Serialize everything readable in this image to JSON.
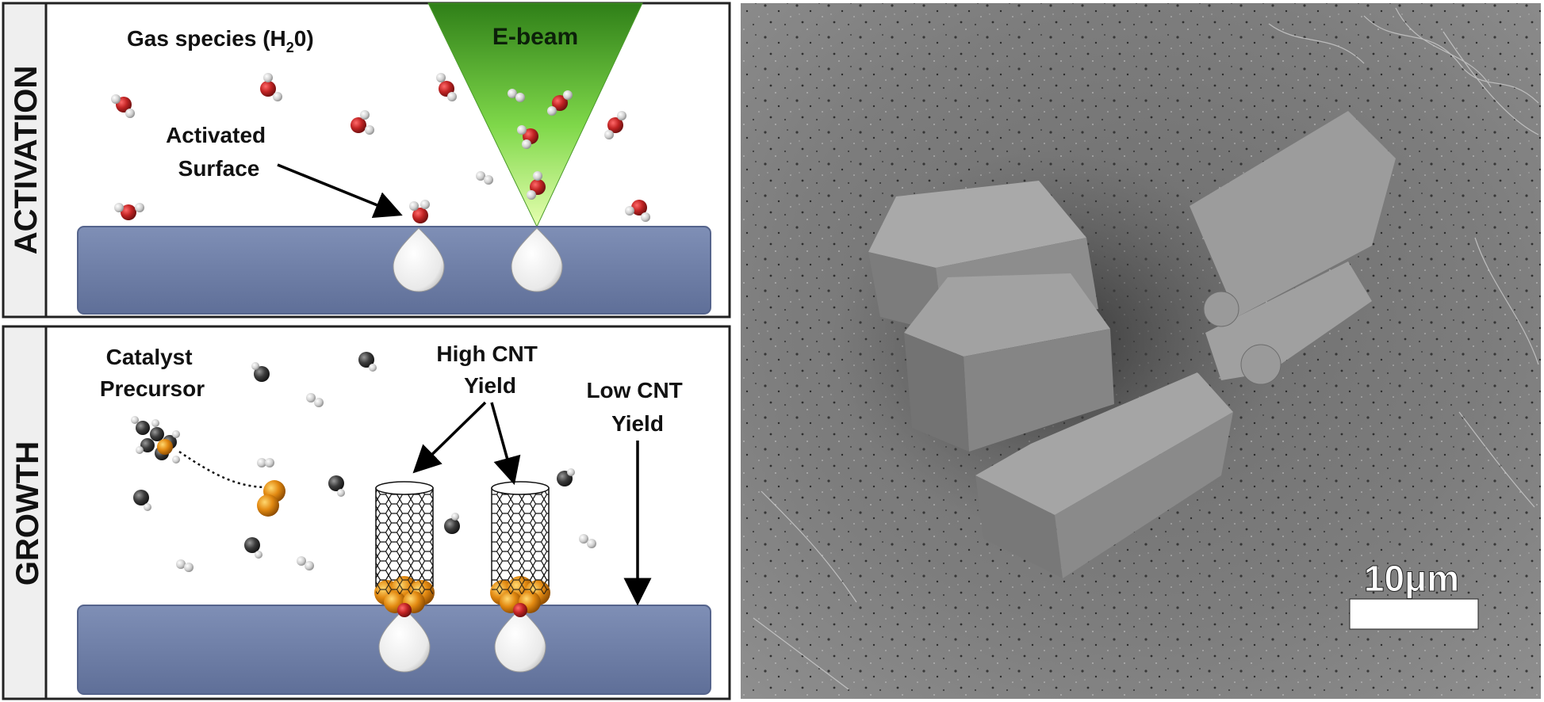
{
  "activation": {
    "side_label": "ACTIVATION",
    "gas_species_label": "Gas species (H",
    "gas_species_sub": "2",
    "gas_species_end": "0)",
    "ebeam_label": "E-beam",
    "activated_surface_line1": "Activated",
    "activated_surface_line2": "Surface"
  },
  "growth": {
    "side_label": "GROWTH",
    "catalyst_line1": "Catalyst",
    "catalyst_line2": "Precursor",
    "high_cnt_line1": "High CNT",
    "high_cnt_line2": "Yield",
    "low_cnt_line1": "Low CNT",
    "low_cnt_line2": "Yield"
  },
  "micrograph": {
    "scale_bar_label": "10μm"
  },
  "colors": {
    "substrate": "#6f7fa6",
    "substrate_edge": "#5a6a92",
    "panel_frame": "#222222",
    "side_tab": "#efefef",
    "oxygen": "#b22020",
    "hydrogen": "#d8d8d8",
    "carbon": "#3a3a3a",
    "catalyst": "#e0901a",
    "ebeam_top": "#2a7a1a",
    "ebeam_bottom": "#d8ff9a"
  }
}
